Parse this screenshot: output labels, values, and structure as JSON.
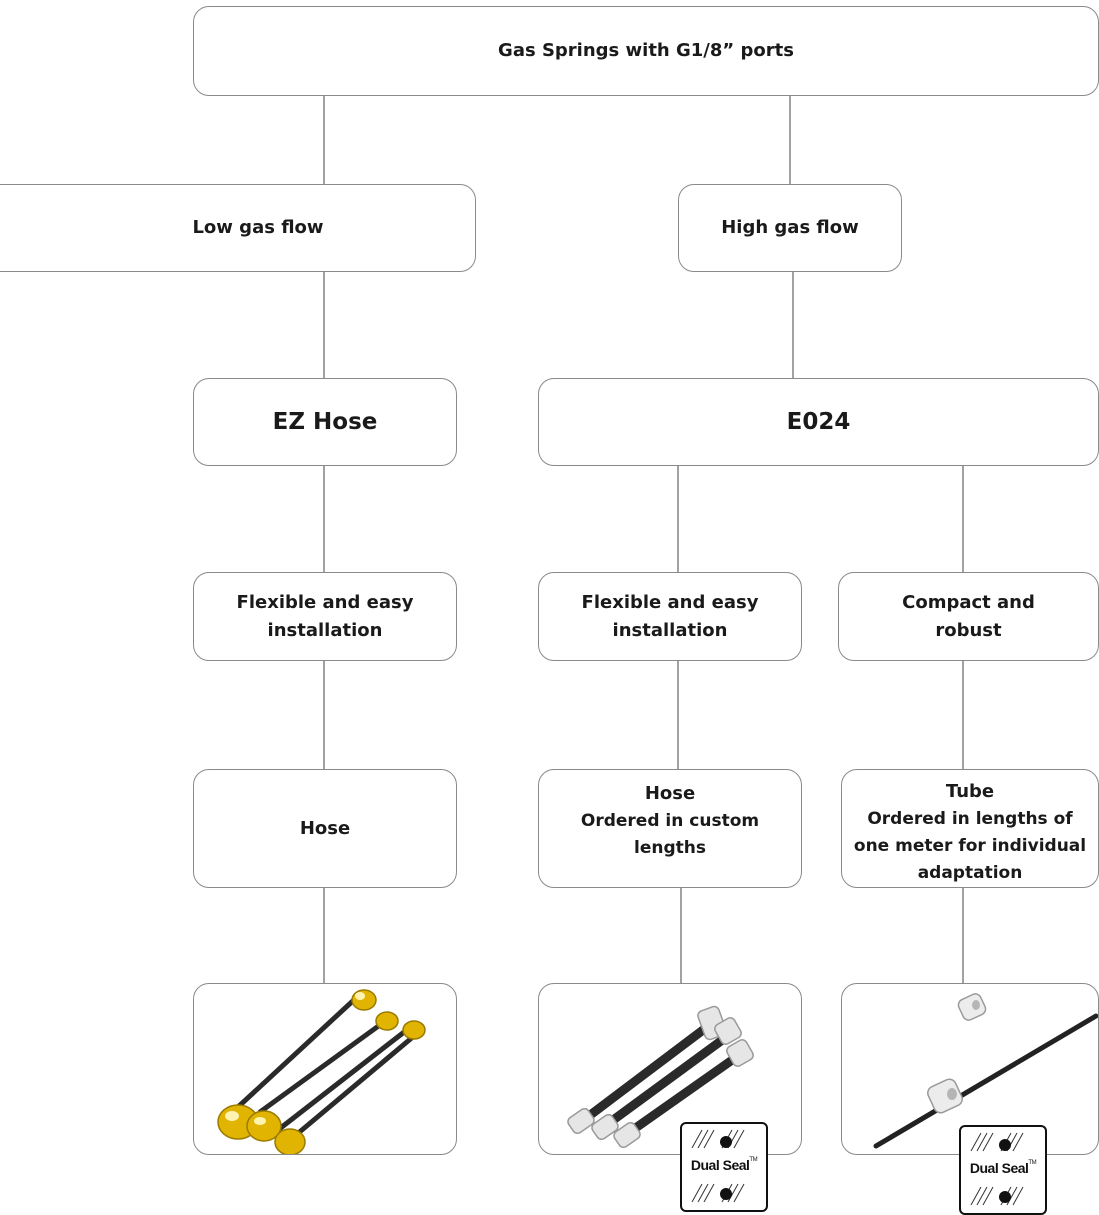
{
  "root": {
    "title": "Gas Springs with G1/8” ports"
  },
  "flow": {
    "low": "Low gas flow",
    "high": "High gas flow"
  },
  "products": {
    "ez_hose": "EZ Hose",
    "e024": "E024"
  },
  "features": {
    "ez_flexible": [
      "Flexible and easy",
      "installation"
    ],
    "e024_flexible": [
      "Flexible and easy",
      "installation"
    ],
    "e024_compact": [
      "Compact and",
      "robust"
    ]
  },
  "types": {
    "ez_hose": {
      "title": "Hose"
    },
    "e024_hose": {
      "title": "Hose",
      "desc": [
        "Ordered in custom",
        "lengths"
      ]
    },
    "e024_tube": {
      "title": "Tube",
      "desc": [
        "Ordered in lengths of",
        "one meter for individual",
        "adaptation"
      ]
    }
  },
  "images": {
    "ez_hose": "yellow-hose-assemblies-image",
    "e024_hose": "black-hose-assemblies-image",
    "e024_tube": "tube-and-fittings-image"
  },
  "badges": {
    "dual_seal": {
      "label": "Dual Seal",
      "tm": "TM"
    }
  },
  "colors": {
    "border": "#8a8a8a",
    "line": "#8a8a8a",
    "fitting_yellow": "#e0b400",
    "hose_black": "#2a2a2a",
    "fitting_white": "#e6e6e6"
  }
}
